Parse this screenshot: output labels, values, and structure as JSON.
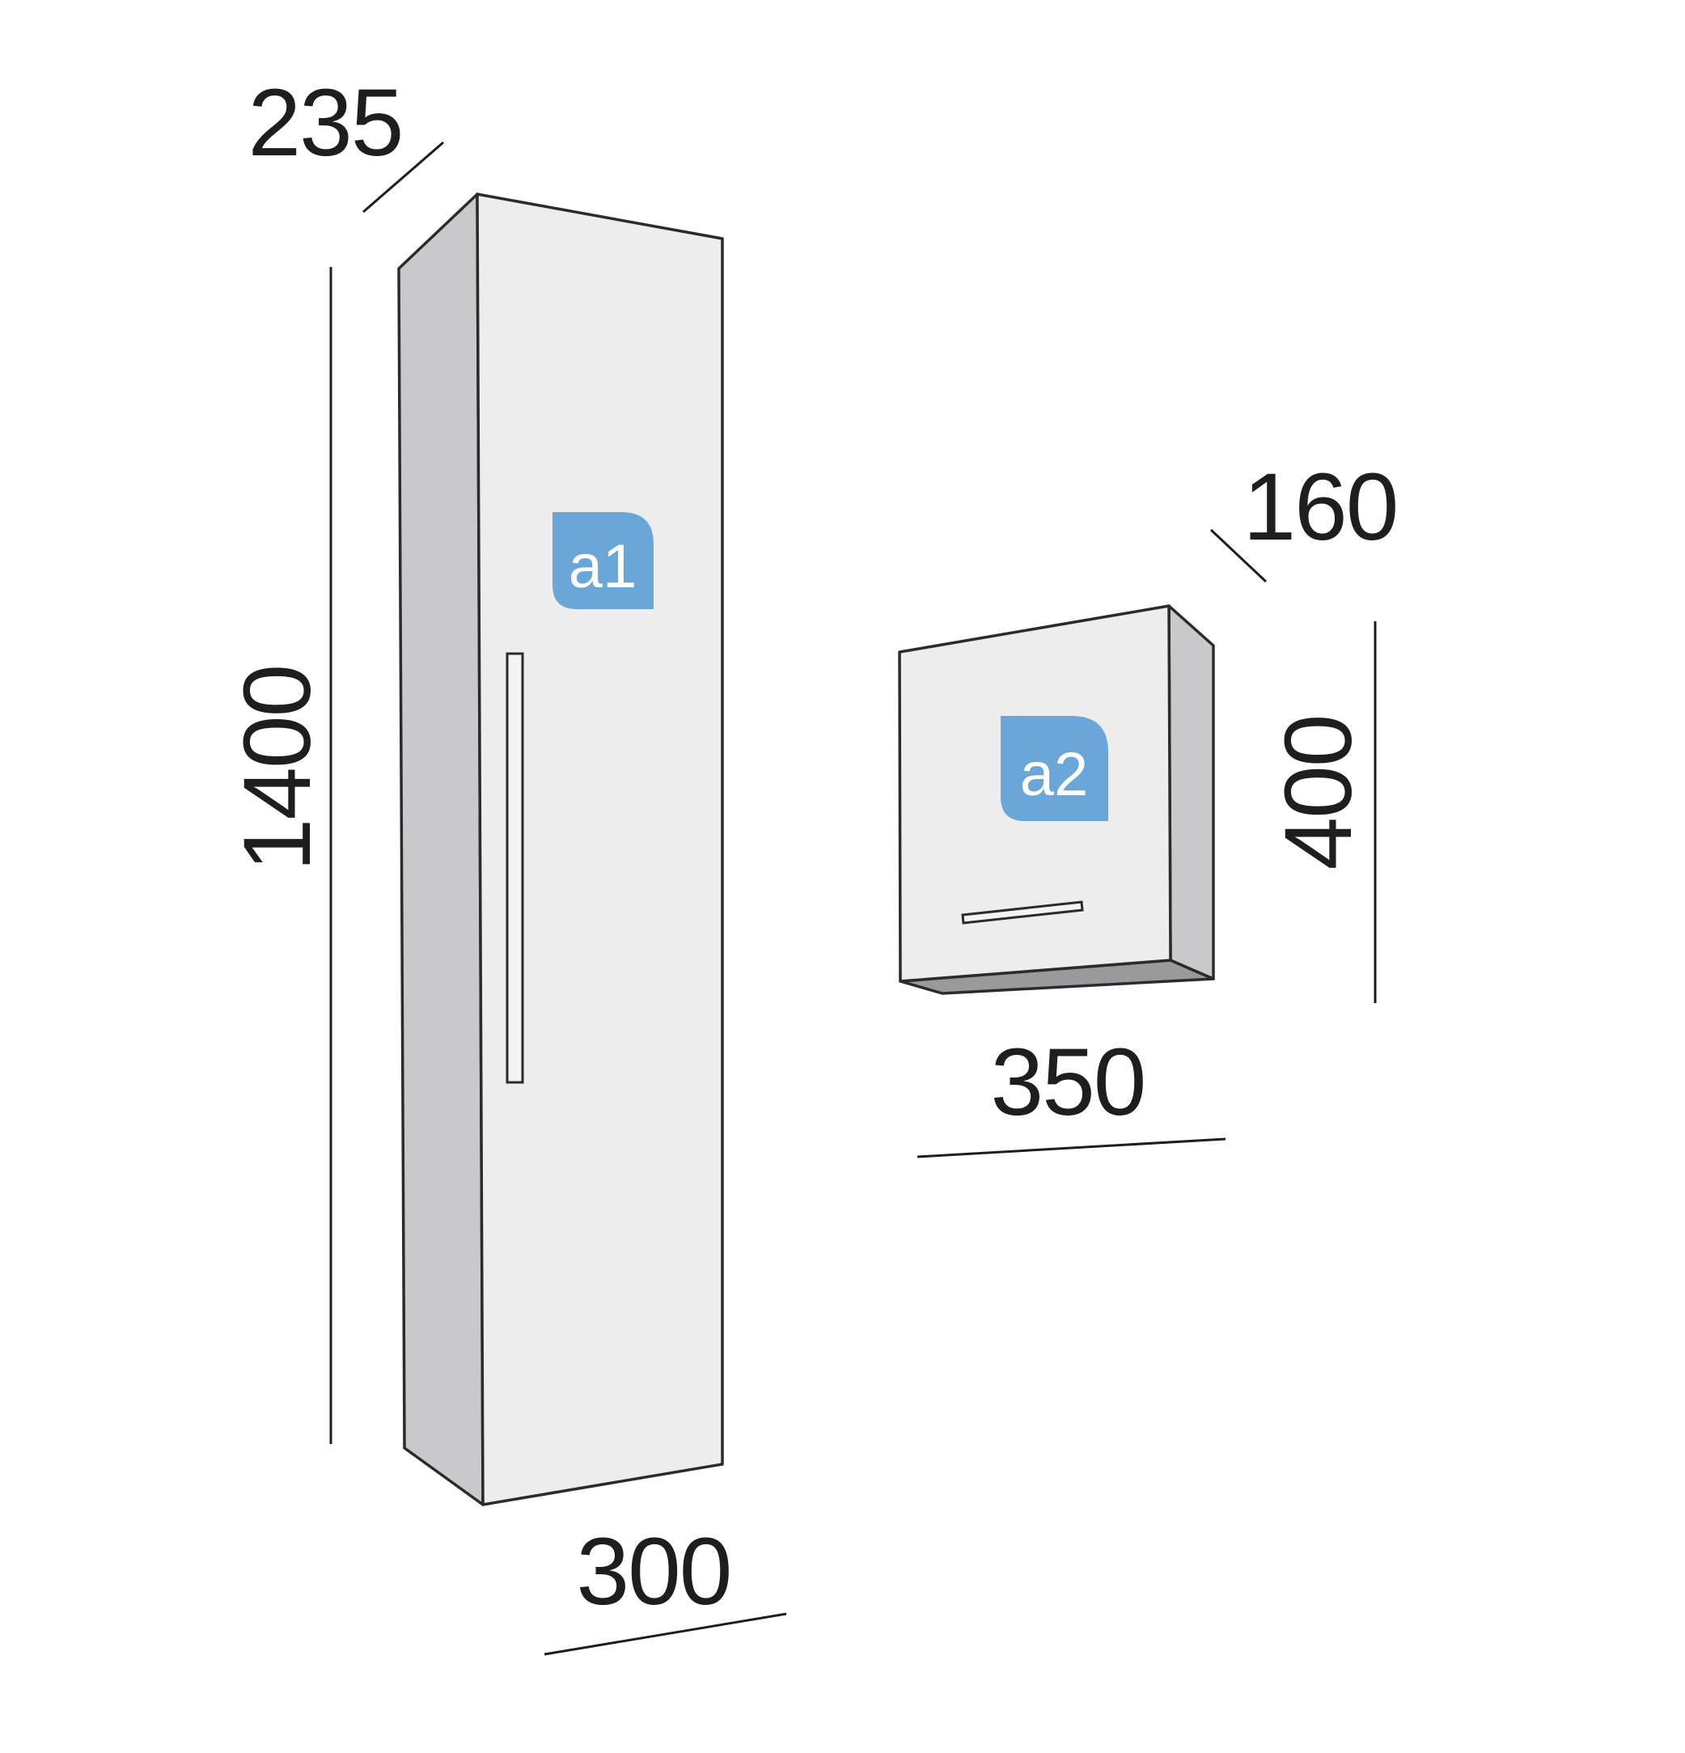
{
  "colors": {
    "badge": "#6aa6d8",
    "front_face": "#ededed",
    "side_face": "#c9c9cb",
    "bottom_face": "#9a9a9c",
    "outline": "#2b2b2b",
    "dimension": "#1e1e1e"
  },
  "cabinet_a1": {
    "label": "a1",
    "depth": "235",
    "height": "1400",
    "width": "300"
  },
  "cabinet_a2": {
    "label": "a2",
    "depth": "160",
    "height": "400",
    "width": "350"
  }
}
